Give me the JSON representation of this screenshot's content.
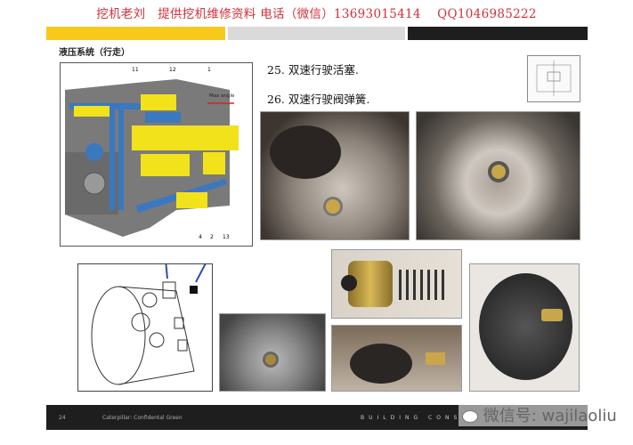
{
  "header": {
    "watermark_text": "挖机老刘　提供挖机维修资料  电话（微信）13693015414　 QQ1046985222"
  },
  "colors": {
    "yellow": "#f7c91a",
    "gray": "#dadada",
    "black": "#1e1e1e",
    "header_red": "#d0313a"
  },
  "slide": {
    "title": "液压系统（行走）",
    "steps": [
      "25. 双速行驶活塞.",
      "26. 双速行驶阀弹簧."
    ],
    "diagram": {
      "labels": [
        "11",
        "12",
        "1",
        "4",
        "2",
        "13"
      ],
      "annotation": "Max angle"
    }
  },
  "footer": {
    "page_number": "24",
    "confidential": "Caterpillar: Confidental Green",
    "tagline": "BUILDING CONS"
  },
  "wechat_watermark": {
    "icon": "wechat-icon",
    "text": "微信号: wajilaoliu"
  }
}
